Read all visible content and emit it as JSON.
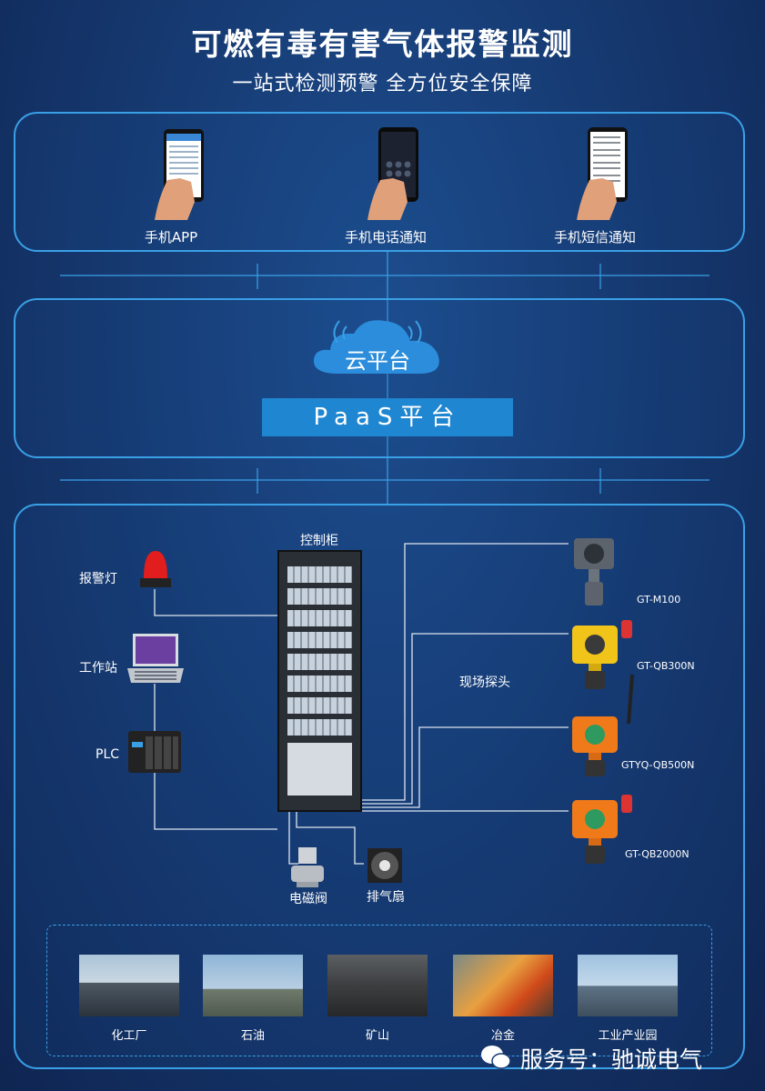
{
  "title": "可燃有毒有害气体报警监测",
  "subtitle": "一站式检测预警 全方位安全保障",
  "notifications": [
    {
      "label": "手机APP",
      "icon": "phone-app-icon"
    },
    {
      "label": "手机电话通知",
      "icon": "phone-call-icon"
    },
    {
      "label": "手机短信通知",
      "icon": "phone-sms-icon"
    }
  ],
  "cloud": {
    "label": "云平台",
    "platform": "PaaS平台"
  },
  "control": {
    "cabinet_label": "控制柜",
    "devices_left": [
      {
        "label": "报警灯",
        "icon": "alarm-light-icon"
      },
      {
        "label": "工作站",
        "icon": "workstation-icon"
      },
      {
        "label": "PLC",
        "icon": "plc-icon"
      }
    ],
    "devices_bottom": [
      {
        "label": "电磁阀",
        "icon": "solenoid-valve-icon"
      },
      {
        "label": "排气扇",
        "icon": "exhaust-fan-icon"
      }
    ],
    "probe_group_label": "现场探头",
    "probes": [
      {
        "model": "GT-M100",
        "color": "#5c636c"
      },
      {
        "model": "GT-QB300N",
        "color": "#f0c419"
      },
      {
        "model": "GTYQ-QB500N",
        "color": "#f07a1a"
      },
      {
        "model": "GT-QB2000N",
        "color": "#f07a1a"
      }
    ]
  },
  "scenes": [
    {
      "label": "化工厂"
    },
    {
      "label": "石油"
    },
    {
      "label": "矿山"
    },
    {
      "label": "冶金"
    },
    {
      "label": "工业产业园"
    }
  ],
  "footer": {
    "text": "服务号：驰诚电气",
    "icon": "wechat-icon"
  },
  "colors": {
    "accent": "#3aa0e6",
    "paas": "#1f86d1",
    "background": "#163a72"
  }
}
